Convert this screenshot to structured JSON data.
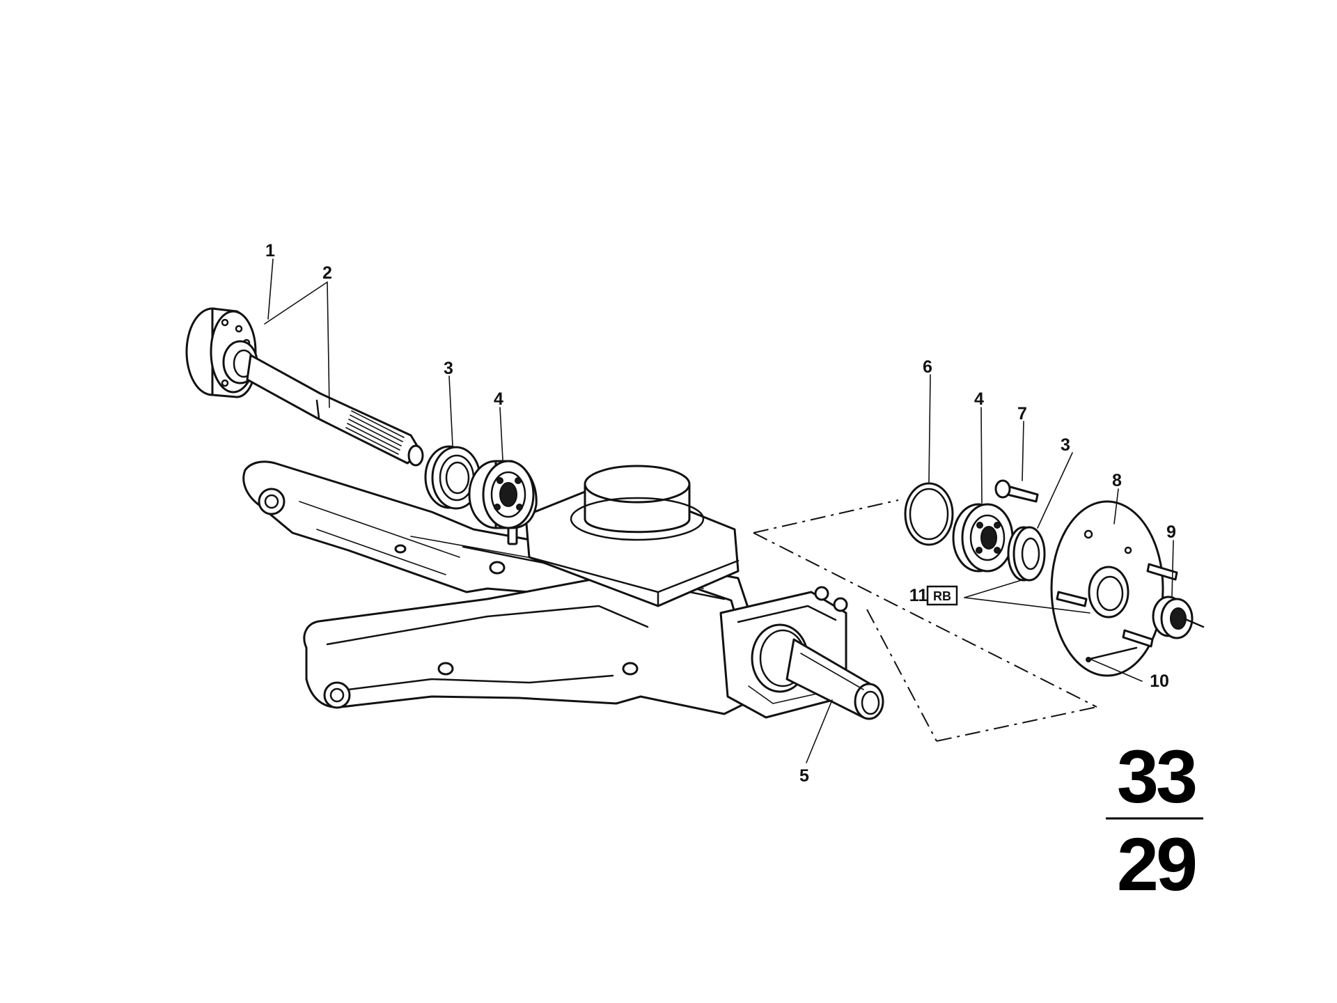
{
  "callouts": {
    "c1": "1",
    "c2": "2",
    "c3a": "3",
    "c4a": "4",
    "c5": "5",
    "c6": "6",
    "c4b": "4",
    "c7": "7",
    "c3b": "3",
    "c8": "8",
    "c9": "9",
    "c10": "10",
    "c11": "11"
  },
  "badge_11": "RB",
  "page_number": {
    "top": "33",
    "bottom": "29"
  }
}
